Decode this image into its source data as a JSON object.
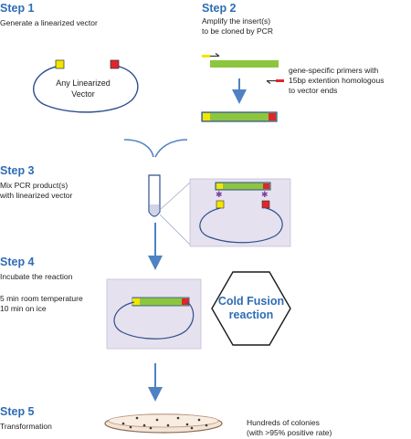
{
  "steps": [
    {
      "title": "Step 1",
      "desc": "Generate a linearized vector"
    },
    {
      "title": "Step 2",
      "desc": "Amplify the insert(s)\nto be cloned by PCR"
    },
    {
      "title": "Step 3",
      "desc": "Mix PCR product(s)\nwith linearized vector"
    },
    {
      "title": "Step 4",
      "desc": "Incubate the reaction"
    },
    {
      "title": "Step 5",
      "desc": "Transformation"
    }
  ],
  "vector_label": "Any Linearized\nVector",
  "primer_note": "gene-specific primers with\n15bp extention homologous\nto vector ends",
  "incubation": "5 min room temperature\n10 min on ice",
  "fusion_label": "Cold Fusion\nreaction",
  "colonies_note": "Hundreds of colonies\n(with >95% positive rate)",
  "colors": {
    "step_title": "#2e6db4",
    "insert_green": "#8cc63f",
    "vector_end_yellow": "#f2e600",
    "vector_end_red": "#e0262b",
    "panel_bg": "#e6e1ee",
    "arrow": "#4f82c2"
  }
}
